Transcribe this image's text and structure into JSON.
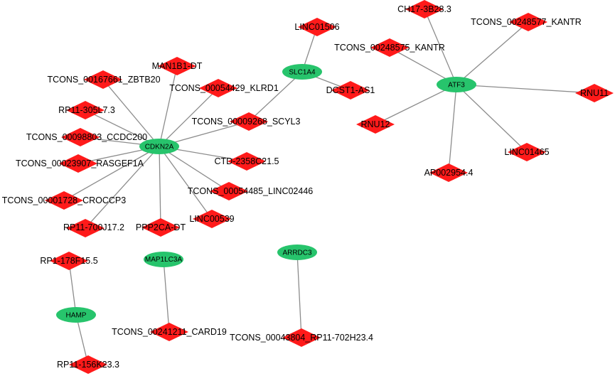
{
  "colors": {
    "gene": "#27c46c",
    "lncrna": "#ff1a1a",
    "edge": "#8c8c8c"
  },
  "genes": [
    "CDKN2A",
    "SLC1A4",
    "ATF3",
    "MAP1LC3A",
    "ARRDC3",
    "HAMP"
  ],
  "lncrnas": [
    "LINC01506",
    "DCST1-AS1",
    "MAN1B1-DT",
    "TCONS_00167661_ZBTB20",
    "TCONS_00054429_KLRD1",
    "RP11-305L7.3",
    "TCONS_00009268_SCYL3",
    "TCONS_00098803_CCDC200",
    "TCONS_00023907_RASGEF1A",
    "CTD-2358C21.5",
    "TCONS_00054485_LINC02446",
    "TCONS_00001728_CROCCP3",
    "LINC00539",
    "PPP2CA-DT",
    "RP11-700J17.2",
    "CH17-3B28.3",
    "TCONS_00248577_KANTR",
    "TCONS_00248575_KANTR",
    "RNU11",
    "RNU12",
    "LINC01465",
    "AP002954.4",
    "RP1-178F15.5",
    "RP11-156K23.3",
    "TCONS_00241211_CARD19",
    "TCONS_00043804_RP11-702H23.4"
  ],
  "edges": [
    [
      "CDKN2A",
      "MAN1B1-DT"
    ],
    [
      "CDKN2A",
      "TCONS_00167661_ZBTB20"
    ],
    [
      "CDKN2A",
      "TCONS_00054429_KLRD1"
    ],
    [
      "CDKN2A",
      "RP11-305L7.3"
    ],
    [
      "CDKN2A",
      "TCONS_00009268_SCYL3"
    ],
    [
      "CDKN2A",
      "TCONS_00098803_CCDC200"
    ],
    [
      "CDKN2A",
      "TCONS_00023907_RASGEF1A"
    ],
    [
      "CDKN2A",
      "CTD-2358C21.5"
    ],
    [
      "CDKN2A",
      "TCONS_00054485_LINC02446"
    ],
    [
      "CDKN2A",
      "TCONS_00001728_CROCCP3"
    ],
    [
      "CDKN2A",
      "LINC00539"
    ],
    [
      "CDKN2A",
      "PPP2CA-DT"
    ],
    [
      "CDKN2A",
      "RP11-700J17.2"
    ],
    [
      "SLC1A4",
      "LINC01506"
    ],
    [
      "SLC1A4",
      "DCST1-AS1"
    ],
    [
      "SLC1A4",
      "TCONS_00009268_SCYL3"
    ],
    [
      "ATF3",
      "CH17-3B28.3"
    ],
    [
      "ATF3",
      "TCONS_00248577_KANTR"
    ],
    [
      "ATF3",
      "TCONS_00248575_KANTR"
    ],
    [
      "ATF3",
      "RNU11"
    ],
    [
      "ATF3",
      "RNU12"
    ],
    [
      "ATF3",
      "LINC01465"
    ],
    [
      "ATF3",
      "AP002954.4"
    ],
    [
      "HAMP",
      "RP1-178F15.5"
    ],
    [
      "HAMP",
      "RP11-156K23.3"
    ],
    [
      "MAP1LC3A",
      "TCONS_00241211_CARD19"
    ],
    [
      "ARRDC3",
      "TCONS_00043804_RP11-702H23.4"
    ]
  ]
}
